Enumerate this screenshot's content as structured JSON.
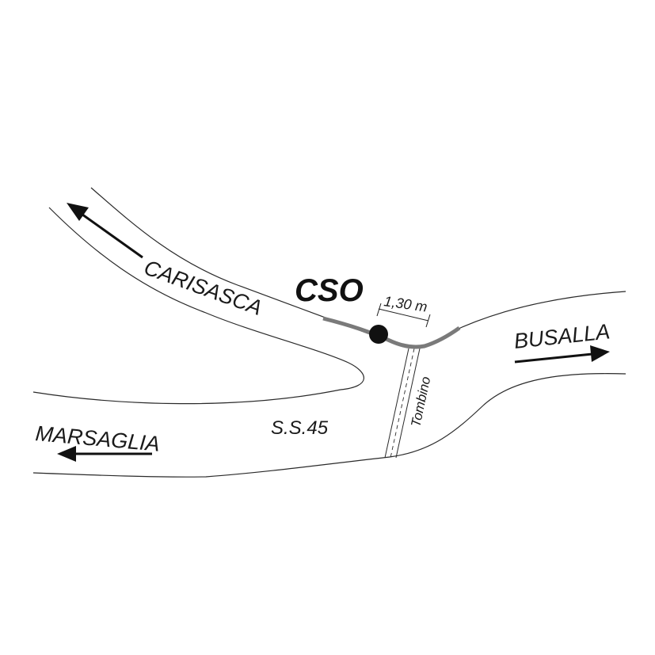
{
  "labels": {
    "carisasca": "CARISASCA",
    "busalla": "BUSALLA",
    "marsaglia": "MARSAGLIA",
    "road_code": "S.S.45",
    "culvert": "Tombino",
    "station": "CSO",
    "dimension": "1,30 m"
  },
  "colors": {
    "lines": "#2a2a2a",
    "duct": "#7a7a7a",
    "marker": "#111111"
  }
}
